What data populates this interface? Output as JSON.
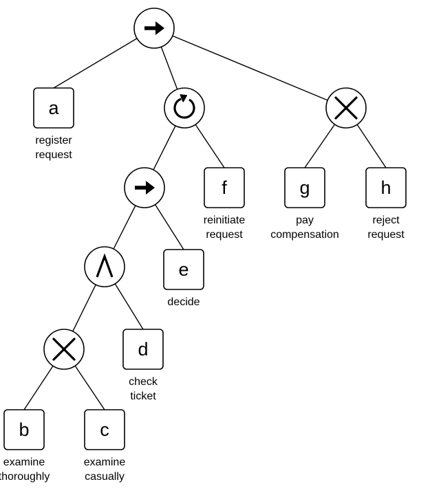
{
  "diagram": {
    "type": "process-tree",
    "operators": [
      {
        "id": "root",
        "operator": "sequence",
        "icon": "arrow-right-icon"
      },
      {
        "id": "loop",
        "operator": "loop",
        "icon": "loop-icon"
      },
      {
        "id": "xor_top",
        "operator": "exclusive-choice",
        "icon": "x-icon"
      },
      {
        "id": "seq_inner",
        "operator": "sequence",
        "icon": "arrow-right-icon"
      },
      {
        "id": "and",
        "operator": "parallel",
        "icon": "and-icon"
      },
      {
        "id": "xor_bottom",
        "operator": "exclusive-choice",
        "icon": "x-icon"
      }
    ],
    "leaves": [
      {
        "id": "a",
        "letter": "a",
        "label_lines": [
          "register",
          "request"
        ]
      },
      {
        "id": "b",
        "letter": "b",
        "label_lines": [
          "examine",
          "thoroughly"
        ]
      },
      {
        "id": "c",
        "letter": "c",
        "label_lines": [
          "examine",
          "casually"
        ]
      },
      {
        "id": "d",
        "letter": "d",
        "label_lines": [
          "check",
          "ticket"
        ]
      },
      {
        "id": "e",
        "letter": "e",
        "label_lines": [
          "decide"
        ]
      },
      {
        "id": "f",
        "letter": "f",
        "label_lines": [
          "reinitiate",
          "request"
        ]
      },
      {
        "id": "g",
        "letter": "g",
        "label_lines": [
          "pay",
          "compensation"
        ]
      },
      {
        "id": "h",
        "letter": "h",
        "label_lines": [
          "reject",
          "request"
        ]
      }
    ],
    "edges": [
      [
        "root",
        "a"
      ],
      [
        "root",
        "loop"
      ],
      [
        "root",
        "xor_top"
      ],
      [
        "loop",
        "seq_inner"
      ],
      [
        "loop",
        "f"
      ],
      [
        "xor_top",
        "g"
      ],
      [
        "xor_top",
        "h"
      ],
      [
        "seq_inner",
        "and"
      ],
      [
        "seq_inner",
        "e"
      ],
      [
        "and",
        "xor_bottom"
      ],
      [
        "and",
        "d"
      ],
      [
        "xor_bottom",
        "b"
      ],
      [
        "xor_bottom",
        "c"
      ]
    ]
  }
}
